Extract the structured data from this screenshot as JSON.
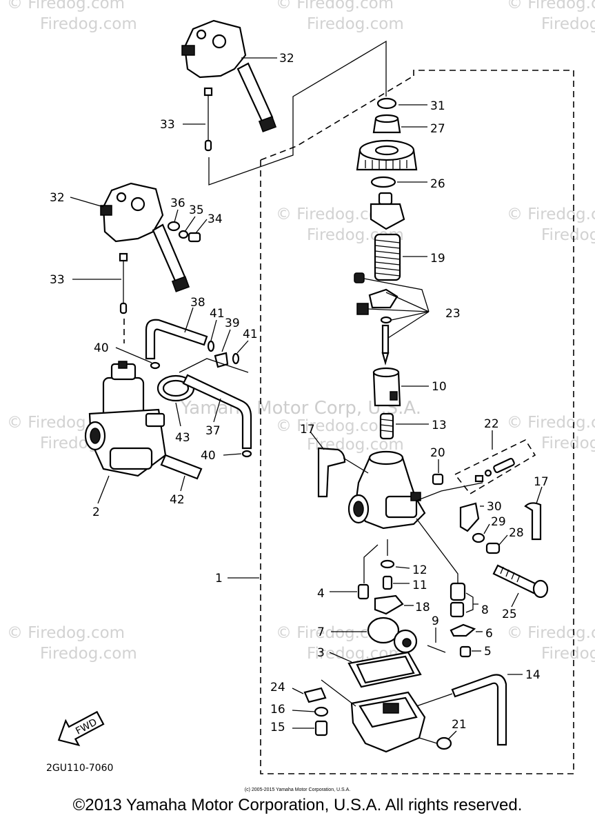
{
  "watermarks": {
    "firedog_short": "Firedog.com",
    "firedog_long": "© Firedog.com",
    "yamaha": "Yamaha Motor Corp, U.S.A."
  },
  "diagram": {
    "part_numbers": [
      "1",
      "2",
      "3",
      "4",
      "5",
      "6",
      "7",
      "8",
      "9",
      "10",
      "11",
      "12",
      "13",
      "14",
      "15",
      "16",
      "17",
      "18",
      "19",
      "20",
      "21",
      "22",
      "23",
      "24",
      "25",
      "26",
      "27",
      "28",
      "29",
      "30",
      "31",
      "32",
      "33",
      "34",
      "35",
      "36",
      "37",
      "38",
      "39",
      "40",
      "41",
      "42",
      "43"
    ],
    "fwd_label": "FWD",
    "drawing_code": "2GU110-7060"
  },
  "footer": {
    "small_copyright": "(c) 2005-2015 Yamaha Motor Corporation, U.S.A.",
    "main_copyright": "©2013 Yamaha Motor Corporation, U.S.A. All rights reserved."
  },
  "colors": {
    "background": "#ffffff",
    "ink": "#000000",
    "watermark": "#d2d2d2"
  }
}
